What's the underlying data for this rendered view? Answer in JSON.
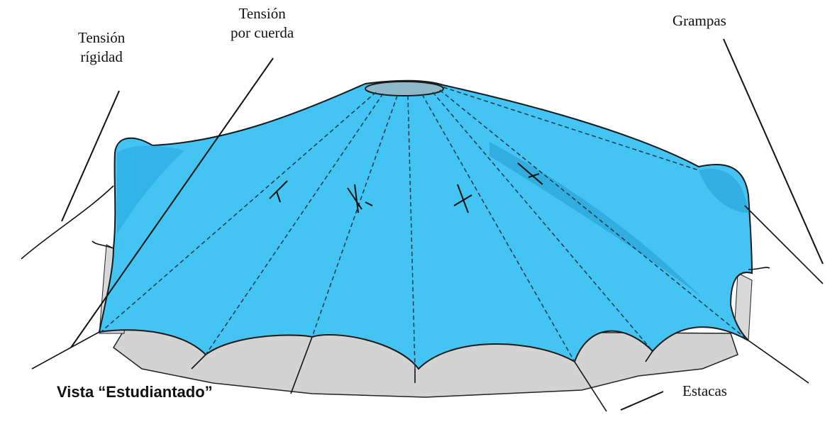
{
  "labels": {
    "tension_rigida": [
      "Tensión",
      "rígidad"
    ],
    "tension_cuerda": [
      "Tensión",
      "por cuerda"
    ],
    "grampas": "Grampas",
    "estacas": "Estacas"
  },
  "caption": "Vista “Estudiantado”",
  "colors": {
    "canopy": "#44c4f2",
    "canopy_dark": "#2aa6dc",
    "underside": "#d2d2d2",
    "ink": "#111111"
  }
}
